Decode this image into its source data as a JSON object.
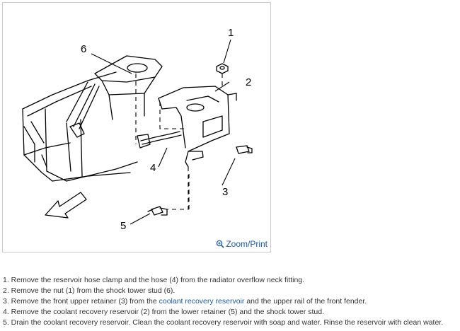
{
  "figure": {
    "callouts": [
      "1",
      "2",
      "3",
      "4",
      "5",
      "6"
    ],
    "zoom_label": "Zoom/Print",
    "zoom_icon": "magnifier-plus-icon"
  },
  "steps": [
    {
      "pre": "1. Remove the reservoir hose clamp and the hose (4) from the radiator overflow neck fitting.",
      "link": "",
      "post": ""
    },
    {
      "pre": "2. Remove the nut (1) from the shock tower stud (6).",
      "link": "",
      "post": ""
    },
    {
      "pre": "3. Remove the front upper retainer (3) from the ",
      "link": "coolant recovery reservoir",
      "post": " and the upper rail of the front fender."
    },
    {
      "pre": "4. Remove the coolant recovery reservoir (2) from the lower retainer (5) and the shock tower stud.",
      "link": "",
      "post": ""
    },
    {
      "pre": "5. Drain the coolant recovery reservoir. Clean the coolant recovery reservoir with soap and water. Rinse the reservoir with clean water.",
      "link": "",
      "post": ""
    }
  ],
  "colors": {
    "link": "#1a5aa6",
    "text": "#333333",
    "frame_border": "#c8ccd0"
  }
}
